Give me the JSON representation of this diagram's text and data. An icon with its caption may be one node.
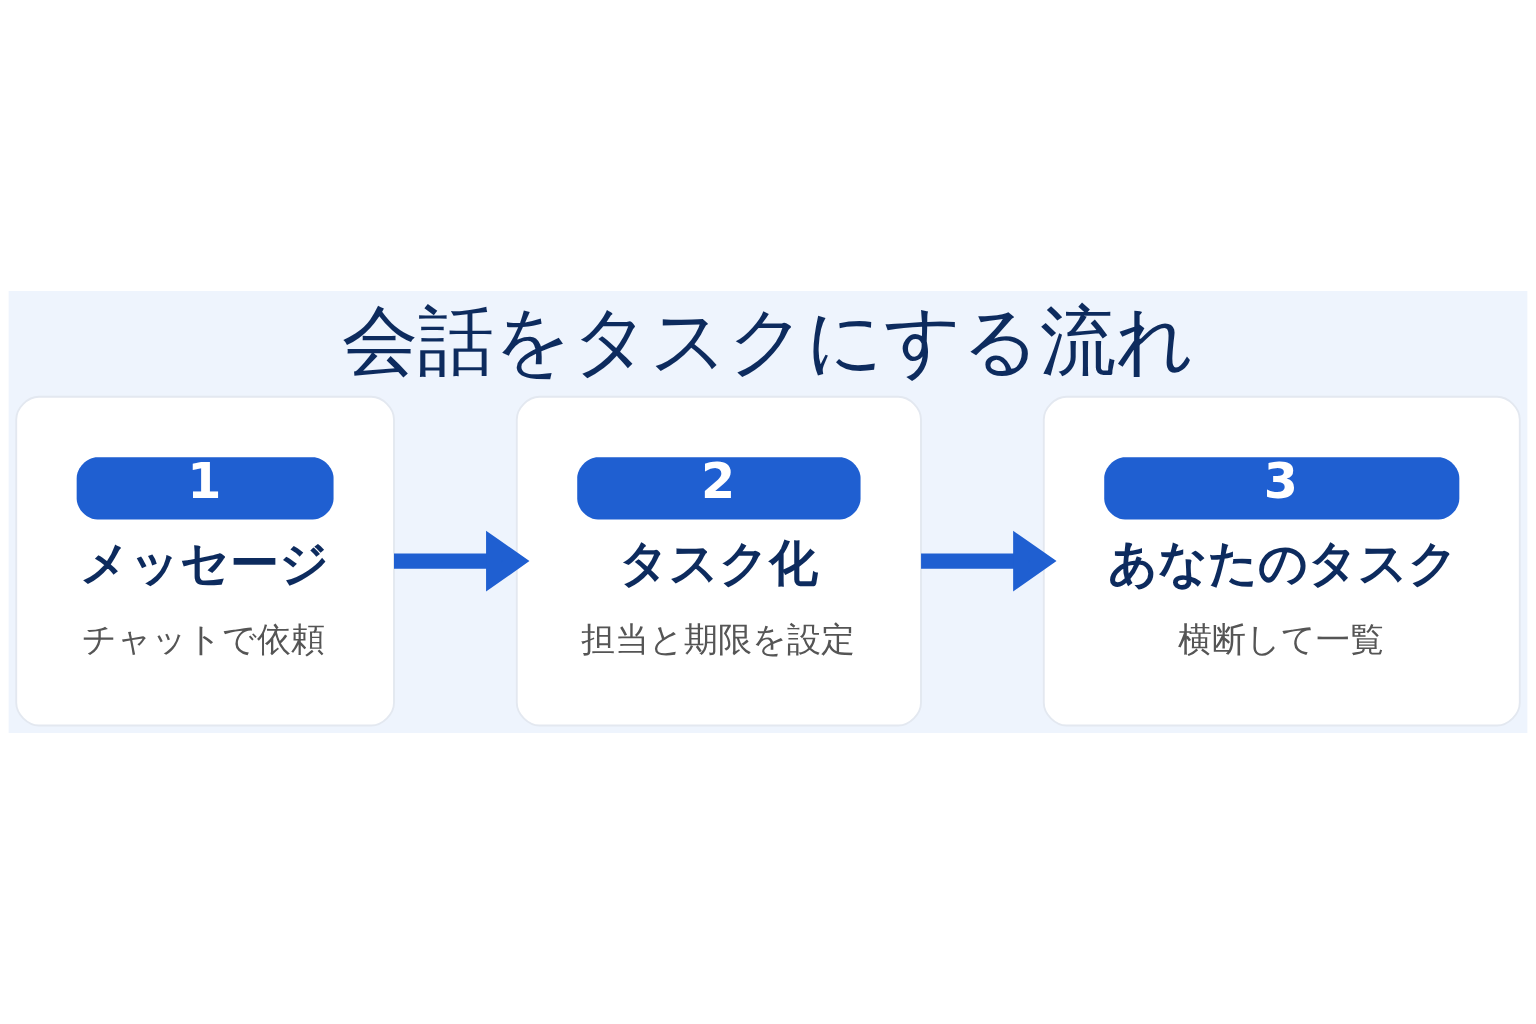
{
  "diagram": {
    "title": "会話をタスクにする流れ",
    "nodes": [
      {
        "text": [
          "1",
          "メッセージ",
          "チャットで依頼"
        ]
      },
      {
        "text": [
          "2",
          "タスク化",
          "担当と期限を設定"
        ]
      },
      {
        "text": [
          "3",
          "あなたのタスク",
          "横断して一覧"
        ]
      }
    ],
    "edges": [
      {
        "from": 0,
        "to": 1,
        "arrow": "to"
      },
      {
        "from": 1,
        "to": 2,
        "arrow": "to"
      }
    ]
  }
}
